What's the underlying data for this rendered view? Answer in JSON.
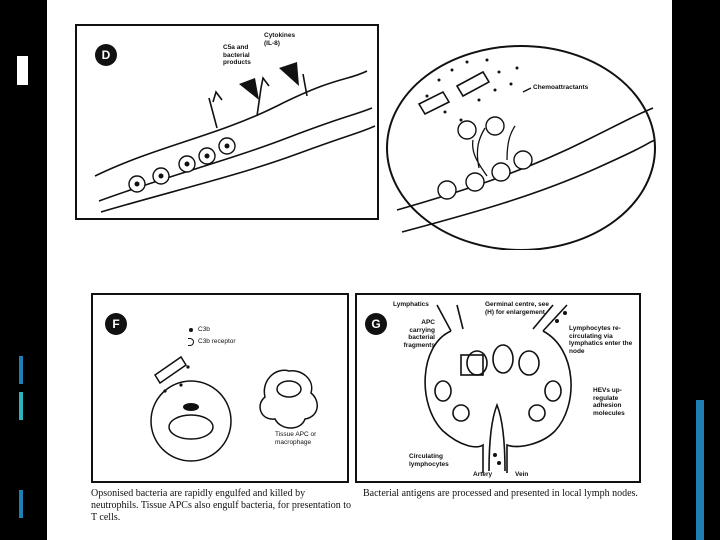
{
  "panels": {
    "d": {
      "badge": "D",
      "label_c5a": "C5a and bacterial products",
      "label_cytokines": "Cytokines (IL-8)"
    },
    "e": {
      "label_chemo": "Chemoattractants"
    },
    "f": {
      "badge": "F",
      "legend_c3b": "C3b",
      "legend_receptor": "C3b receptor",
      "label_apc": "Tissue APC or macrophage"
    },
    "g": {
      "badge": "G",
      "label_lymphatics": "Lymphatics",
      "label_apc": "APC carrying bacterial fragments",
      "label_germinal": "Germinal centre, see (H) for enlargement",
      "label_recirc": "Lymphocytes re-circulating via lymphatics enter the node",
      "label_hevs": "HEVs up-regulate adhesion molecules",
      "label_circulating": "Circulating lymphocytes",
      "label_artery": "Artery",
      "label_vein": "Vein"
    }
  },
  "captions": {
    "left": "Opsonised bacteria are rapidly engulfed and killed by neutrophils. Tissue APCs also engulf bacteria, for presentation to T cells.",
    "right": "Bacterial antigens are processed and presented in local lymph nodes."
  },
  "colors": {
    "background": "#000000",
    "paper": "#ffffff",
    "ink": "#111111",
    "accent_blue": "#1f7fb5",
    "accent_teal": "#2bb3c0"
  }
}
